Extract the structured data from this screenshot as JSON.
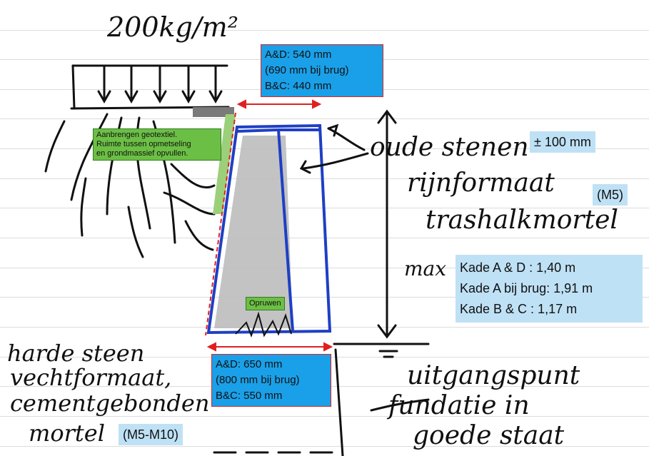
{
  "load": {
    "text": "200kg/m²"
  },
  "top_dims": {
    "line1": "A&D: 540 mm",
    "line2": "(690 mm bij brug)",
    "line3": "B&C: 440 mm"
  },
  "bottom_dims": {
    "line1": "A&D: 650 mm",
    "line2": "(800 mm bij brug)",
    "line3": "B&C: 550 mm"
  },
  "geotextile_note": {
    "line1": "Aanbrengen geotextiel.",
    "line2": "Ruimte tussen opmetseling",
    "line3": "en grondmassief opvullen."
  },
  "roughen_note": "Opruwen",
  "right_labels": {
    "old_stones": "oude stenen",
    "tolerance": "± 100 mm",
    "format": "rijnformaat",
    "mortar": "trashalkmortel",
    "mortar_class": "(M5)",
    "max": "max",
    "heights": [
      "Kade A & D : 1,40 m",
      "Kade A bij brug: 1,91 m",
      "Kade B & C : 1,17 m"
    ]
  },
  "left_labels": {
    "line1": "harde steen",
    "line2": "vechtformaat,",
    "line3": "cementgebonden",
    "line4": "mortel",
    "mortar_class": "(M5-M10)"
  },
  "foundation": {
    "line1": "uitgangspunt",
    "line2": "fundatie in",
    "line3": "goede staat"
  },
  "colors": {
    "wall_outline": "#1f3fc4",
    "dimension_red": "#e02020",
    "fill_gray": "#bdbdbd",
    "geotextile_green": "#9ccf7a"
  }
}
